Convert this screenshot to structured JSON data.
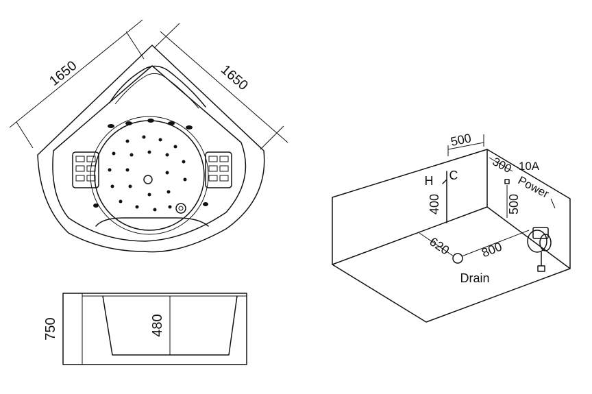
{
  "colors": {
    "ink": "#111111",
    "paper": "#ffffff"
  },
  "top_view": {
    "dim_left": "1650",
    "dim_right": "1650"
  },
  "side_view": {
    "dim_height": "750",
    "dim_inner_depth": "480"
  },
  "install_view": {
    "dim_top": "500",
    "label_h": "H",
    "label_c": "C",
    "dim_300": "300",
    "label_10a": "10A",
    "label_power": "Power",
    "dim_400": "400",
    "dim_500": "500",
    "dim_620": "620",
    "dim_800": "800",
    "label_drain": "Drain"
  }
}
